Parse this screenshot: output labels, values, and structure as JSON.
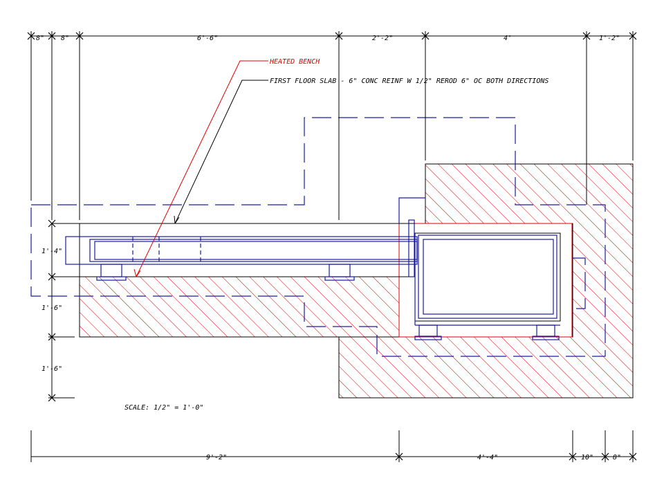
{
  "colors": {
    "linework": "#000000",
    "hidden": "#1a1aa0",
    "hatch": "#e00000",
    "callout_red": "#e00000"
  },
  "top_dimensions": [
    "8\"",
    "8\"",
    "6'-6\"",
    "2'-2\"",
    "4'",
    "1'-2\""
  ],
  "bottom_dimensions": [
    "9'-2\"",
    "4'-4\"",
    "10\"",
    "8\""
  ],
  "left_dimensions": [
    "1'-4\"",
    "1'-6\"",
    "1'-6\""
  ],
  "callouts": {
    "heated_bench": "HEATED BENCH",
    "first_floor_slab": "FIRST FLOOR SLAB - 6\" CONC REINF W 1/2\" REROD 6\" OC BOTH DIRECTIONS"
  },
  "scale_note": "SCALE: 1/2\" = 1'-0\""
}
